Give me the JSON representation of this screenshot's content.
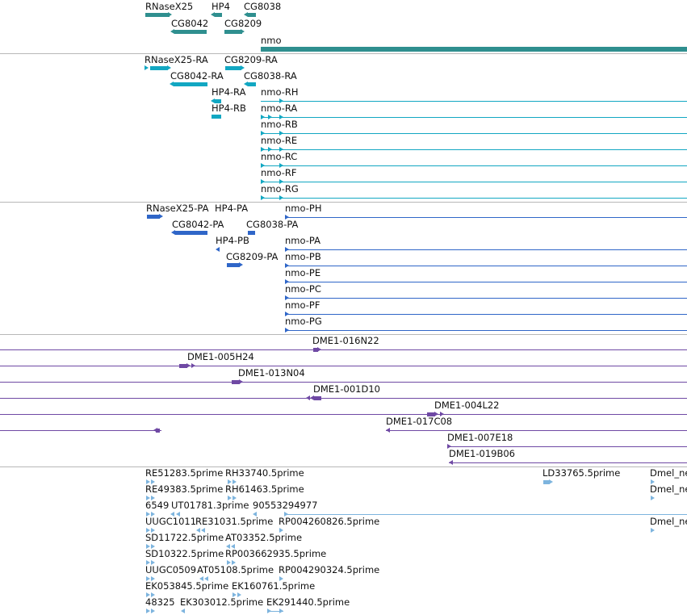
{
  "colors": {
    "gene": "#2f8f8f",
    "transcript_rna": "#12a7c2",
    "protein": "#2f66c8",
    "clone": "#6f49a4",
    "est": "#7db4de",
    "separator": "#b8b8b8"
  },
  "tracks": {
    "genes": {
      "labels": [
        "RNaseX25",
        "HP4",
        "CG8038",
        "CG8042",
        "CG8209",
        "nmo"
      ]
    },
    "transcripts": {
      "labels": [
        "RNaseX25-RA",
        "CG8209-RA",
        "CG8042-RA",
        "CG8038-RA",
        "HP4-RA",
        "nmo-RH",
        "HP4-RB",
        "nmo-RA",
        "nmo-RB",
        "nmo-RE",
        "nmo-RC",
        "nmo-RF",
        "nmo-RG"
      ]
    },
    "proteins": {
      "labels": [
        "RNaseX25-PA",
        "HP4-PA",
        "nmo-PH",
        "CG8042-PA",
        "CG8038-PA",
        "HP4-PB",
        "nmo-PA",
        "CG8209-PA",
        "nmo-PB",
        "nmo-PE",
        "nmo-PC",
        "nmo-PF",
        "nmo-PG"
      ]
    },
    "clones": {
      "labels": [
        "DME1-016N22",
        "DME1-005H24",
        "DME1-013N04",
        "DME1-001D10",
        "DME1-004L22",
        "DME1-017C08",
        "DME1-007E18",
        "DME1-019B06"
      ]
    },
    "ests": {
      "labels": [
        "RE51283.5prime",
        "RH33740.5prime",
        "LD33765.5prime",
        "Dmel_ne",
        "RE49383.5prime",
        "RH61463.5prime",
        "Dmel_ne",
        "6549",
        "UT01781.3prime",
        "90553294977",
        "UUGC1011",
        "RE31031.5prime",
        "RP004260826.5prime",
        "Dmel_ne",
        "SD11722.5prime",
        "AT03352.5prime",
        "SD10322.5prime",
        "RP003662935.5prime",
        "UUGC0509",
        "AT05108.5prime",
        "RP004290324.5prime",
        "EK053845.5prime",
        "EK160761.5prime",
        "48325",
        "EK303012.5prime",
        "EK291440.5prime"
      ]
    }
  }
}
